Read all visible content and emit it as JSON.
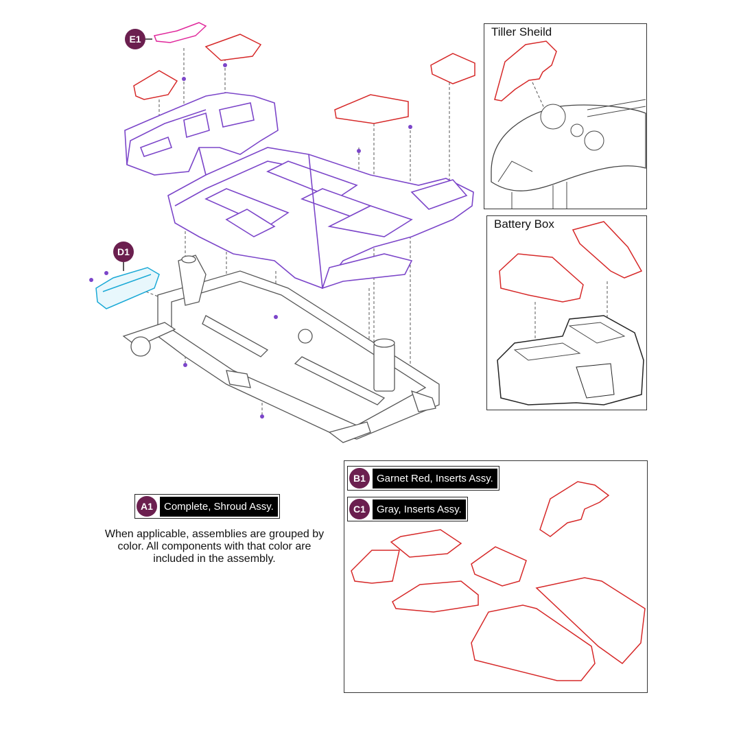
{
  "panels": {
    "tiller": {
      "title": "Tiller Sheild"
    },
    "battery": {
      "title": "Battery Box"
    }
  },
  "badges": {
    "e1": "E1",
    "d1": "D1"
  },
  "legend": {
    "a1": {
      "code": "A1",
      "label": "Complete, Shroud Assy."
    },
    "b1": {
      "code": "B1",
      "label": "Garnet Red, Inserts Assy."
    },
    "c1": {
      "code": "C1",
      "label": "Gray, Inserts Assy."
    }
  },
  "note": "When applicable, assemblies are grouped by color. All components with that color are included in the assembly.",
  "colors": {
    "shroud": "#7b45c9",
    "red_insert": "#d62828",
    "pink_part": "#e0279b",
    "cyan_part": "#1aa9d6",
    "badge": "#6b1f4f",
    "frame": "#555555"
  }
}
